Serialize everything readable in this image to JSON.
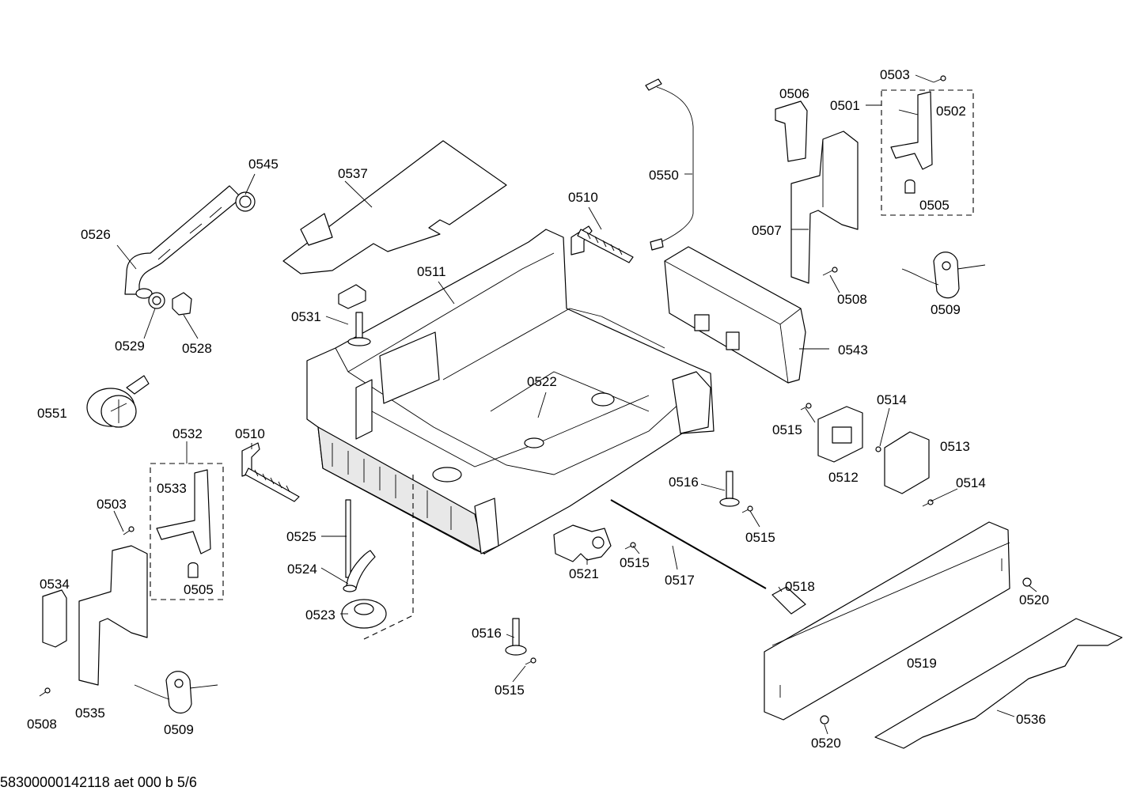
{
  "labels": {
    "l0503a": "0503",
    "l0501": "0501",
    "l0502": "0502",
    "l0505a": "0505",
    "l0506": "0506",
    "l0507": "0507",
    "l0508a": "0508",
    "l0509a": "0509",
    "l0550": "0550",
    "l0543": "0543",
    "l0510a": "0510",
    "l0537": "0537",
    "l0545": "0545",
    "l0526": "0526",
    "l0529": "0529",
    "l0528": "0528",
    "l0511": "0511",
    "l0531": "0531",
    "l0522": "0522",
    "l0551": "0551",
    "l0532": "0532",
    "l0533": "0533",
    "l0503b": "0503",
    "l0505b": "0505",
    "l0510b": "0510",
    "l0525": "0525",
    "l0524": "0524",
    "l0523": "0523",
    "l0534": "0534",
    "l0535": "0535",
    "l0508b": "0508",
    "l0509b": "0509",
    "l0515a": "0515",
    "l0514a": "0514",
    "l0513": "0513",
    "l0512": "0512",
    "l0514b": "0514",
    "l0516a": "0516",
    "l0515b": "0515",
    "l0521": "0521",
    "l0515c": "0515",
    "l0517": "0517",
    "l0518": "0518",
    "l0520a": "0520",
    "l0519": "0519",
    "l0536": "0536",
    "l0520b": "0520",
    "l0516b": "0516",
    "l0515d": "0515"
  },
  "footer": {
    "document_id": "58300000142118 aet 000 b 5/6"
  }
}
